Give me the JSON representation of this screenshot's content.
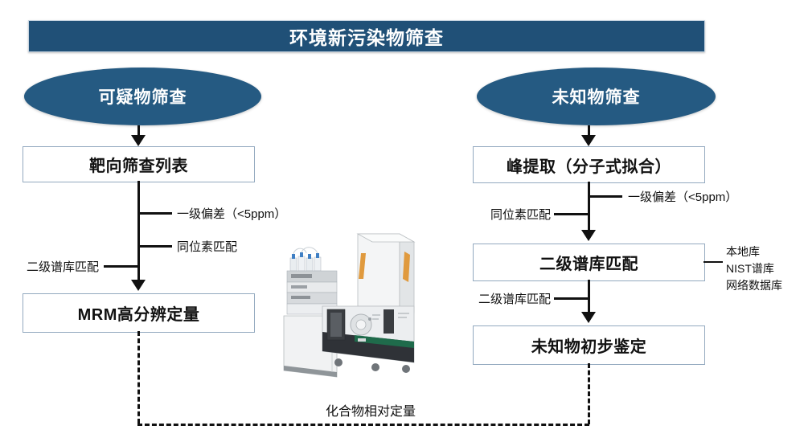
{
  "header": {
    "title": "环境新污染物筛查"
  },
  "colors": {
    "banner_bg": "#205077",
    "ellipse_fill": "#255a82",
    "box_border": "#93a9bf",
    "line": "#111111",
    "text_light": "#ffffff",
    "text_dark": "#111111"
  },
  "left_branch": {
    "start_label": "可疑物筛查",
    "steps": [
      {
        "id": "target-list",
        "label": "靶向筛查列表"
      },
      {
        "id": "mrm",
        "label": "MRM高分辨定量"
      }
    ],
    "edge_labels": [
      {
        "id": "ms1-deviation",
        "text": "一级偏差（<5ppm）",
        "side": "right"
      },
      {
        "id": "isotope-match",
        "text": "同位素匹配",
        "side": "right"
      },
      {
        "id": "ms2-library-match",
        "text": "二级谱库匹配",
        "side": "left"
      }
    ]
  },
  "right_branch": {
    "start_label": "未知物筛查",
    "steps": [
      {
        "id": "peak-extract",
        "label": "峰提取（分子式拟合）"
      },
      {
        "id": "ms2-library",
        "label": "二级谱库匹配"
      },
      {
        "id": "unknown-identification",
        "label": "未知物初步鉴定"
      }
    ],
    "edge_labels": [
      {
        "id": "ms1-deviation",
        "text": "一级偏差（<5ppm）",
        "side": "right"
      },
      {
        "id": "isotope-match",
        "text": "同位素匹配",
        "side": "left"
      },
      {
        "id": "ms2-library-match",
        "text": "二级谱库匹配",
        "side": "left"
      }
    ],
    "database_sources": {
      "id": "library-sources",
      "lines": [
        "本地库",
        "NIST谱库",
        "网络数据库"
      ]
    }
  },
  "feedback": {
    "label": "化合物相对定量"
  },
  "instrument": {
    "name": "lc-ms-instrument-photo",
    "caption": ""
  }
}
